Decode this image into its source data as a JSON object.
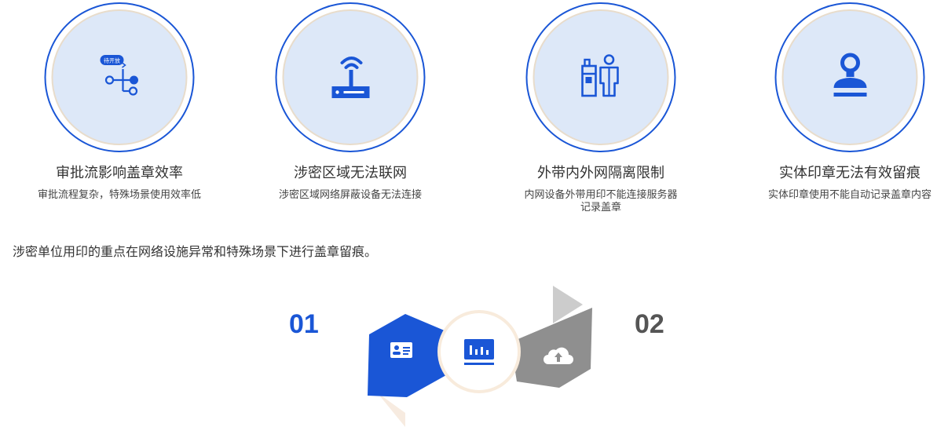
{
  "cards": [
    {
      "title": "审批流影响盖章效率",
      "desc": [
        "审批流程复杂，特殊场景使用效率低"
      ],
      "icon": "approval-flow-icon",
      "badge": "待开放"
    },
    {
      "title": "涉密区域无法联网",
      "desc": [
        "涉密区域网络屏蔽设备无法连接"
      ],
      "icon": "wifi-router-icon"
    },
    {
      "title": "外带内外网隔离限制",
      "desc": [
        "内网设备外带用印不能连接服务器",
        "记录盖章"
      ],
      "icon": "person-with-device-icon"
    },
    {
      "title": "实体印章无法有效留痕",
      "desc": [
        "实体印章使用不能自动记录盖章内容"
      ],
      "icon": "seal-stamp-icon"
    }
  ],
  "summary": "涉密单位用印的重点在网络设施异常和特殊场景下进行盖章留痕。",
  "steps": {
    "first": "01",
    "second": "02"
  },
  "colors": {
    "primary": "#1a56d6",
    "circle_fill": "#dde8f8",
    "gray": "#8f8f8f"
  }
}
